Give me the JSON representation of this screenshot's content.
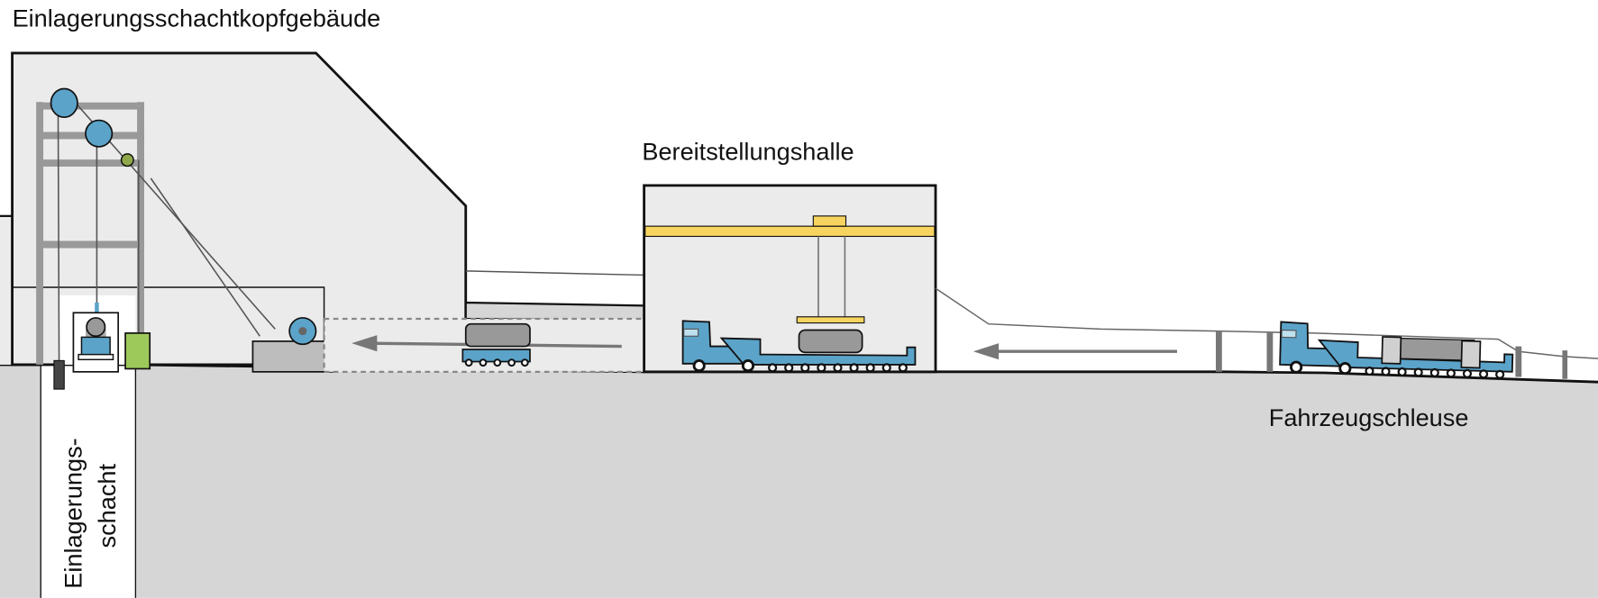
{
  "labels": {
    "shaft_head_building": "Einlagerungsschachtkopfgebäude",
    "staging_hall": "Bereitstellungshalle",
    "vehicle_lock": "Fahrzeugschleuse",
    "shaft_line1": "Einlagerungs-",
    "shaft_line2": "schacht"
  },
  "colors": {
    "building": "#ebebeb",
    "ground": "#d6d6d6",
    "frame": "#999999",
    "sheave_blue": "#5ba3c9",
    "crane_yellow": "#f7d460",
    "counterweight_green": "#9dc95a"
  }
}
